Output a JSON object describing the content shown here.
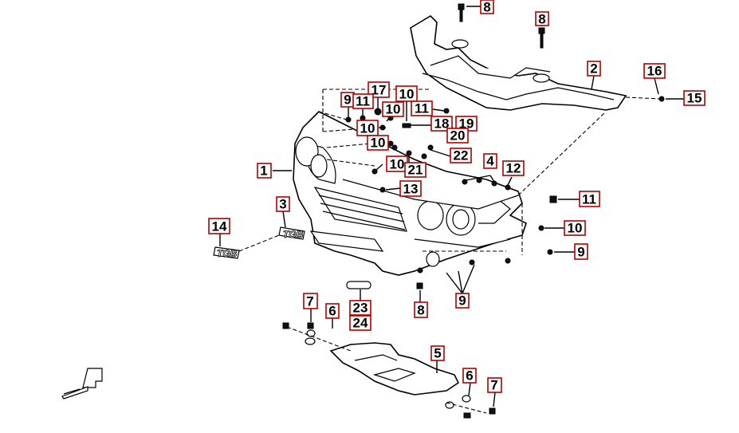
{
  "callouts": [
    "1",
    "2",
    "3",
    "4",
    "5",
    "6",
    "7",
    "8",
    "9",
    "10",
    "11",
    "12",
    "13",
    "14",
    "15",
    "16",
    "17",
    "18",
    "19",
    "20",
    "21",
    "22",
    "23",
    "24"
  ],
  "labels": {
    "c8a": "8",
    "c8b": "8",
    "c2": "2",
    "c16": "16",
    "c15": "15",
    "c17": "17",
    "c9a": "9",
    "c11a": "11",
    "c10a": "10",
    "c10b": "10",
    "c11b": "11",
    "c10c": "10",
    "c18": "18",
    "c19": "19",
    "c20": "20",
    "c10d": "10",
    "c22": "22",
    "c1": "1",
    "c10e": "10",
    "c21": "21",
    "c4": "4",
    "c12": "12",
    "c13": "13",
    "c11c": "11",
    "c3": "3",
    "c10f": "10",
    "c14": "14",
    "c9b": "9",
    "c9c": "9",
    "c23": "23",
    "c24": "24",
    "c8c": "8",
    "c7a": "7",
    "c6a": "6",
    "c5": "5",
    "c6b": "6",
    "c7b": "7"
  },
  "emblem_text": "TGB",
  "colors": {
    "callout_border": "#b00000",
    "line": "#000000",
    "background": "#ffffff"
  },
  "icons": {
    "front_arrow": "front-direction-arrow-icon"
  }
}
